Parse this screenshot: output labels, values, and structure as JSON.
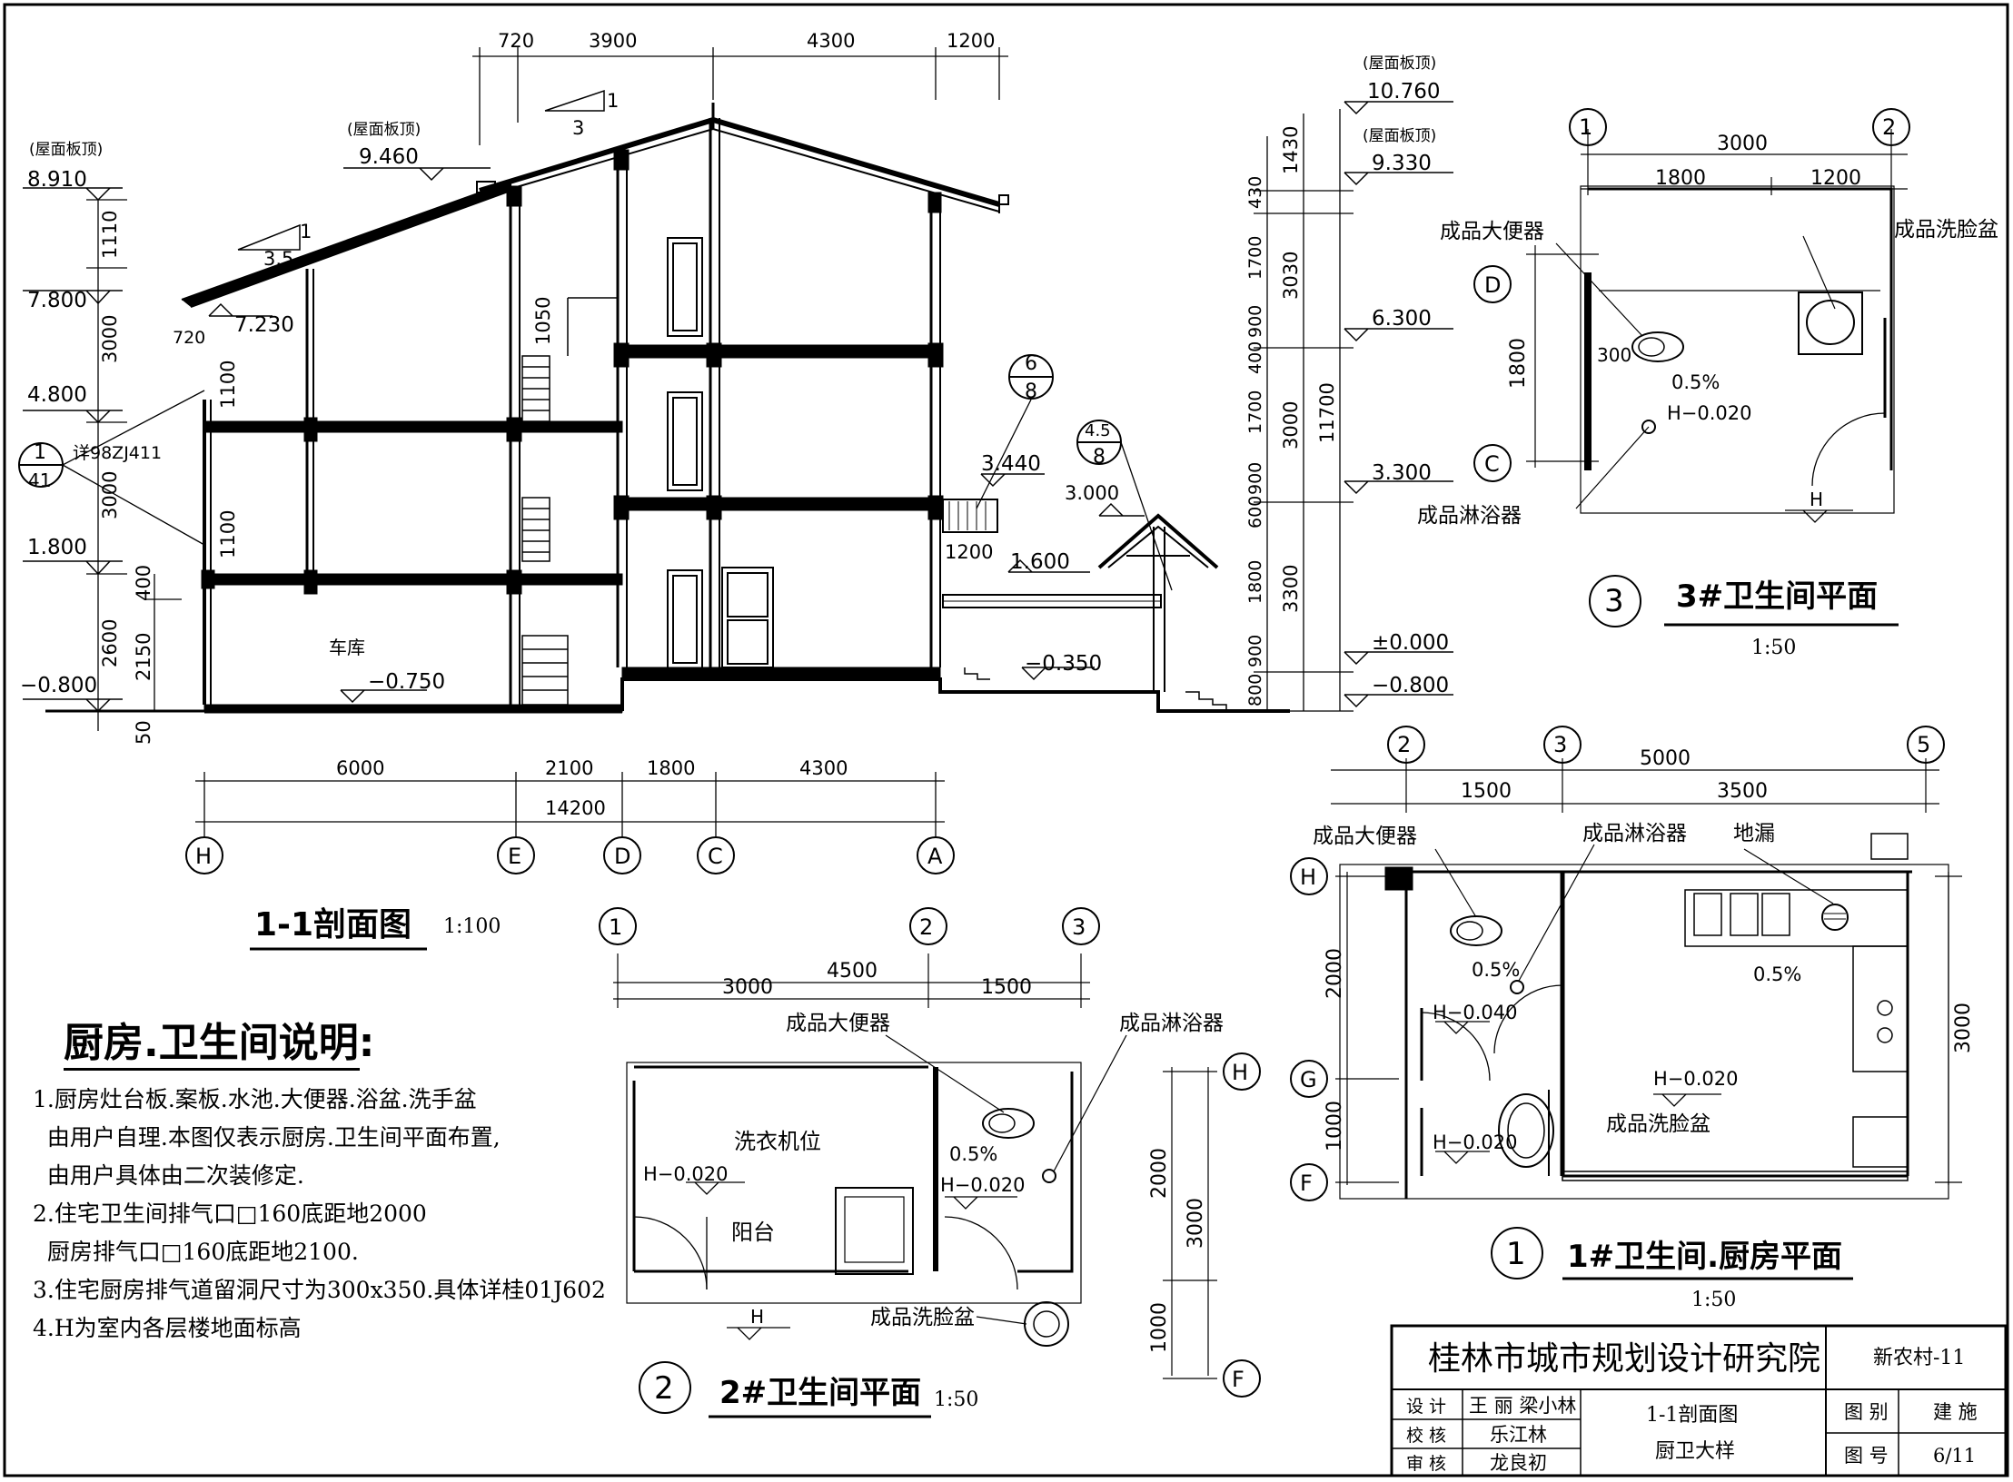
{
  "section": {
    "title": "1-1剖面图",
    "scale": "1:100",
    "top_dims": [
      "720",
      "3900",
      "4300",
      "1200"
    ],
    "roof_slope_upper": {
      "rise": "1",
      "run": "3"
    },
    "roof_slope_lower": {
      "rise": "1",
      "run": "3.5"
    },
    "left_elevations": [
      {
        "note": "(屋面板顶)",
        "value": "8.910"
      },
      {
        "note": "",
        "value": "7.800"
      },
      {
        "note": "",
        "value": "4.800"
      },
      {
        "note": "",
        "value": "1.800"
      },
      {
        "note": "",
        "value": "−0.800"
      }
    ],
    "left_dims": [
      "1110",
      "3000",
      "3000",
      "2600",
      "50",
      "400",
      "2150"
    ],
    "inner_dims": [
      "720",
      "1100",
      "1100"
    ],
    "upper_roof": {
      "note": "(屋面板顶)",
      "value": "9.460"
    },
    "eave_elev": "7.230",
    "detail_ref": {
      "num": "1",
      "sheet": "41",
      "text": "详98ZJ411"
    },
    "stair_dim": "1050",
    "garage_label": "车库",
    "garage_floor": "−0.750",
    "right_elevations": [
      {
        "note": "(屋面板顶)",
        "value": "10.760"
      },
      {
        "note": "(屋面板顶)",
        "value": "9.330"
      },
      {
        "note": "",
        "value": "6.300"
      },
      {
        "note": "",
        "value": "3.300"
      },
      {
        "note": "",
        "value": "±0.000"
      },
      {
        "note": "",
        "value": "−0.800"
      }
    ],
    "right_dims_inner": [
      "430",
      "1700",
      "900",
      "400",
      "1700",
      "900",
      "600",
      "1800",
      "900",
      "800"
    ],
    "right_dims_mid": [
      "1430",
      "3030",
      "3000",
      "3300"
    ],
    "right_dims_total": "11700",
    "callout_68": {
      "num": "6",
      "sheet": "8"
    },
    "callout_458": {
      "num": "4.5",
      "sheet": "8"
    },
    "balcony_elev": "3.440",
    "pavilion_elev": "3.000",
    "terrace_elev": "1.600",
    "terrace_dim": "1200",
    "yard_elev": "−0.350",
    "bottom_dims": [
      "6000",
      "2100",
      "1800",
      "4300"
    ],
    "bottom_total": "14200",
    "axes": [
      "H",
      "E",
      "D",
      "C",
      "A"
    ]
  },
  "bath3": {
    "num": "3",
    "title": "3#卫生间平面",
    "scale": "1:50",
    "axes_top": [
      "1",
      "2"
    ],
    "axes_left": [
      "D",
      "C"
    ],
    "top_total": "3000",
    "top_dims": [
      "1800",
      "1200"
    ],
    "left_dim": "1800",
    "toilet_offset": "300",
    "labels": {
      "toilet": "成品大便器",
      "basin": "成品洗脸盆",
      "shower": "成品淋浴器"
    },
    "slope": "0.5%",
    "floor": "H−0.020",
    "level_mark": "H"
  },
  "bath2": {
    "num": "2",
    "title": "2#卫生间平面",
    "scale": "1:50",
    "axes_top": [
      "1",
      "2",
      "3"
    ],
    "axes_right": [
      "H",
      "F"
    ],
    "top_total": "4500",
    "top_dims": [
      "3000",
      "1500"
    ],
    "right_dims": [
      "2000",
      "1000"
    ],
    "right_total": "3000",
    "labels": {
      "toilet": "成品大便器",
      "shower": "成品淋浴器",
      "washer": "洗衣机位",
      "balcony": "阳台",
      "basin": "成品洗脸盆"
    },
    "slope": "0.5%",
    "floor_a": "H−0.020",
    "floor_b": "H−0.020",
    "level_mark": "H"
  },
  "bath1": {
    "num": "1",
    "title": "1#卫生间.厨房平面",
    "scale": "1:50",
    "axes_top": [
      "2",
      "3",
      "5"
    ],
    "axes_left": [
      "H",
      "G",
      "F"
    ],
    "top_total": "5000",
    "top_dims": [
      "1500",
      "3500"
    ],
    "left_dims": [
      "2000",
      "1000"
    ],
    "right_dim": "3000",
    "labels": {
      "toilet": "成品大便器",
      "shower": "成品淋浴器",
      "drain": "地漏",
      "basin": "成品洗脸盆"
    },
    "slope_a": "0.5%",
    "slope_b": "0.5%",
    "floor_a": "H−0.040",
    "floor_b": "H−0.020",
    "floor_c": "H−0.020"
  },
  "notes": {
    "title": "厨房.卫生间说明:",
    "lines": [
      "1.厨房灶台板.案板.水池.大便器.浴盆.洗手盆",
      "  由用户自理.本图仅表示厨房.卫生间平面布置,",
      "  由用户具体由二次装修定.",
      "2.住宅卫生间排气口□160底距地2000",
      "  厨房排气口□160底距地2100.",
      "3.住宅厨房排气道留洞尺寸为300x350.具体详桂01J602",
      "4.H为室内各层楼地面标高"
    ]
  },
  "title_block": {
    "institute": "桂林市城市规划设计研究院",
    "project": "新农村-11",
    "roles": [
      {
        "role": "设 计",
        "name": "王 丽 梁小林"
      },
      {
        "role": "校 核",
        "name": "乐江林"
      },
      {
        "role": "审 核",
        "name": "龙良初"
      }
    ],
    "drawing_name_1": "1-1剖面图",
    "drawing_name_2": "厨卫大样",
    "cat_label": "图 别",
    "cat_value": "建 施",
    "num_label": "图 号",
    "num_value": "6/11"
  }
}
